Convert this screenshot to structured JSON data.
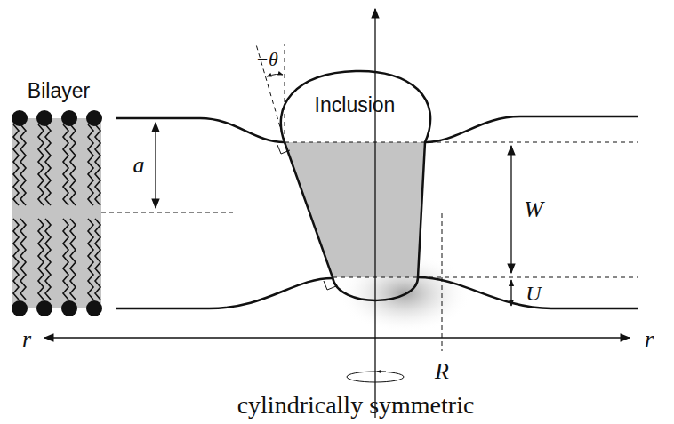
{
  "diagram": {
    "nodes": [
      {
        "text": [
          "Inclusion"
        ]
      }
    ],
    "labels": [
      "Bilayer",
      "−θ",
      "a",
      "W",
      "U",
      "r",
      "r",
      "R",
      "cylindrically symmetric"
    ]
  }
}
